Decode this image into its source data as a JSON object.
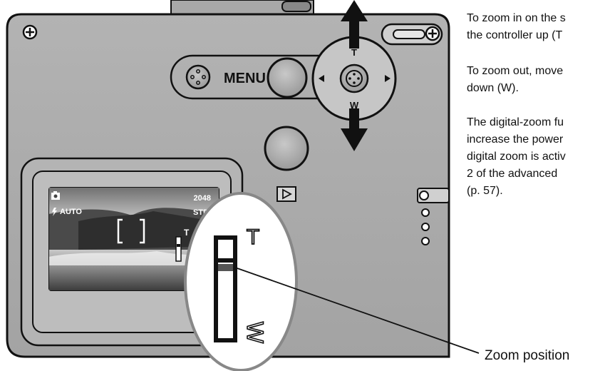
{
  "camera": {
    "menu_label": "MENU",
    "tele_label": "T",
    "wide_label": "W",
    "lcd": {
      "mode_indicator": "AUTO",
      "image_size": "2048",
      "quality": "STD.",
      "bar_top_label": "T"
    }
  },
  "callout": {
    "tele_symbol": "T",
    "wide_symbol": "W",
    "label": "Zoom position"
  },
  "text": {
    "para1": [
      "To zoom in on the s",
      "the controller up (T"
    ],
    "para2": [
      "To zoom out, move",
      "down (W)."
    ],
    "para3": [
      "The digital-zoom fu",
      "increase the power",
      "digital zoom is activ",
      "2 of the advanced",
      "(p. 57)."
    ]
  }
}
